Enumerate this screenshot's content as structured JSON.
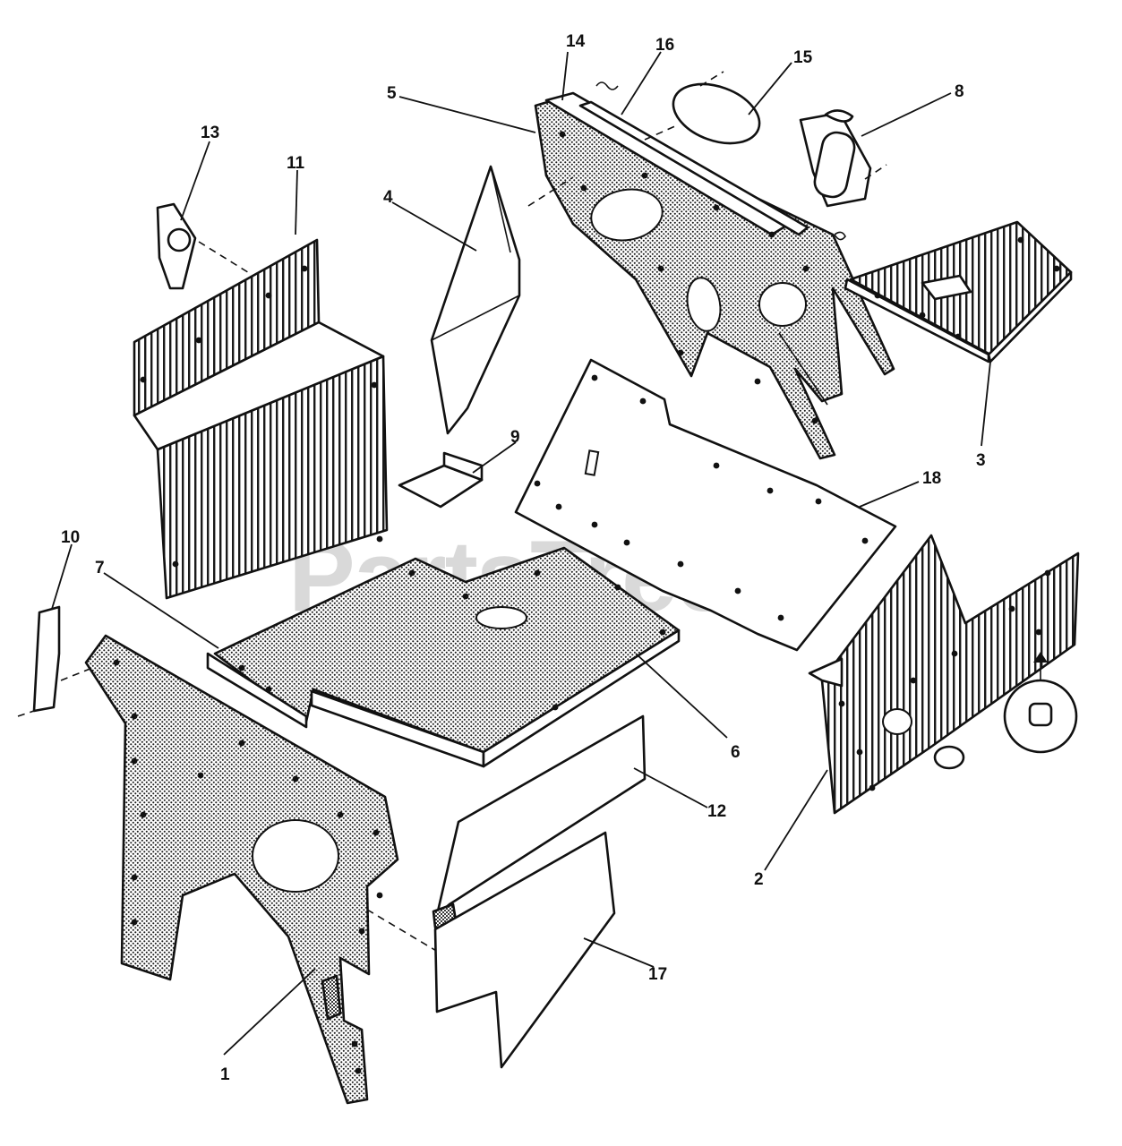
{
  "watermark": {
    "text": "PartsTree",
    "trademark": "TM"
  },
  "callouts": {
    "c1": "1",
    "c2": "2",
    "c3": "3",
    "c4": "4",
    "c5": "5",
    "c6": "6",
    "c7": "7",
    "c8": "8",
    "c9": "9",
    "c10": "10",
    "c11": "11",
    "c12": "12",
    "c13": "13",
    "c14": "14",
    "c15": "15",
    "c16": "16",
    "c17": "17",
    "c18": "18"
  },
  "colors": {
    "ink": "#111111",
    "paper": "#ffffff",
    "watermark": "#d9d9d9"
  }
}
